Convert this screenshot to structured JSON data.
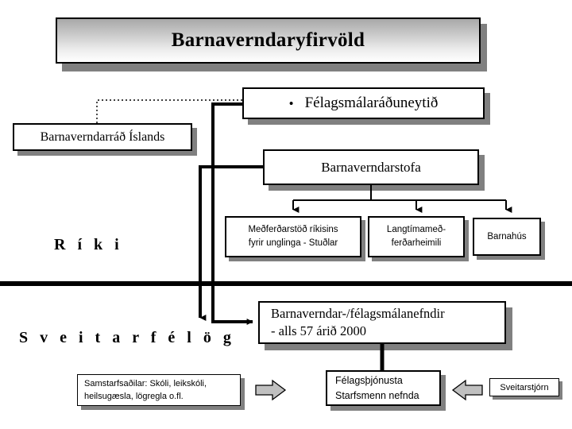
{
  "diagram": {
    "title": "Barnaverndaryfirvöld",
    "sections": {
      "state_label": "R í k i",
      "municipal_label": "S v e i t a r f é l ö g"
    },
    "nodes": {
      "ministry": {
        "bullet": "•",
        "label": "Félagsmálaráðuneytið"
      },
      "council": {
        "label": "Barnaverndarráð Íslands"
      },
      "agency": {
        "label": "Barnaverndarstofa"
      },
      "institution_1": {
        "line1": "Meðferðarstöð ríkisins",
        "line2": "fyrir unglinga - Stuðlar"
      },
      "institution_2": {
        "line1": "Langtímameð-",
        "line2": "ferðarheimili"
      },
      "institution_3": {
        "label": "Barnahús"
      },
      "committees": {
        "line1": "Barnaverndar-/félagsmálanefndir",
        "line2": "- alls 57 árið 2000"
      },
      "partners": {
        "line1": "Samstarfsaðilar:  Skóli, leikskóli,",
        "line2": "heilsugæsla, lögregla o.fl."
      },
      "service": {
        "line1": "Félagsþjónusta",
        "line2": "Starfsmenn nefnda"
      },
      "municipal_council": {
        "label": "Sveitarstjórn"
      }
    },
    "connectors": {
      "arrow_right_label": "block-arrow-right",
      "arrow_left_label": "block-arrow-left",
      "dotted_link_label": "dotted-connector"
    },
    "colors": {
      "line": "#000000",
      "shadow": "#808080",
      "arrow_fill": "#c0c0c0",
      "box_fill": "#ffffff",
      "title_gradient_top": "#a8a8a8",
      "title_gradient_bottom": "#ffffff"
    }
  }
}
